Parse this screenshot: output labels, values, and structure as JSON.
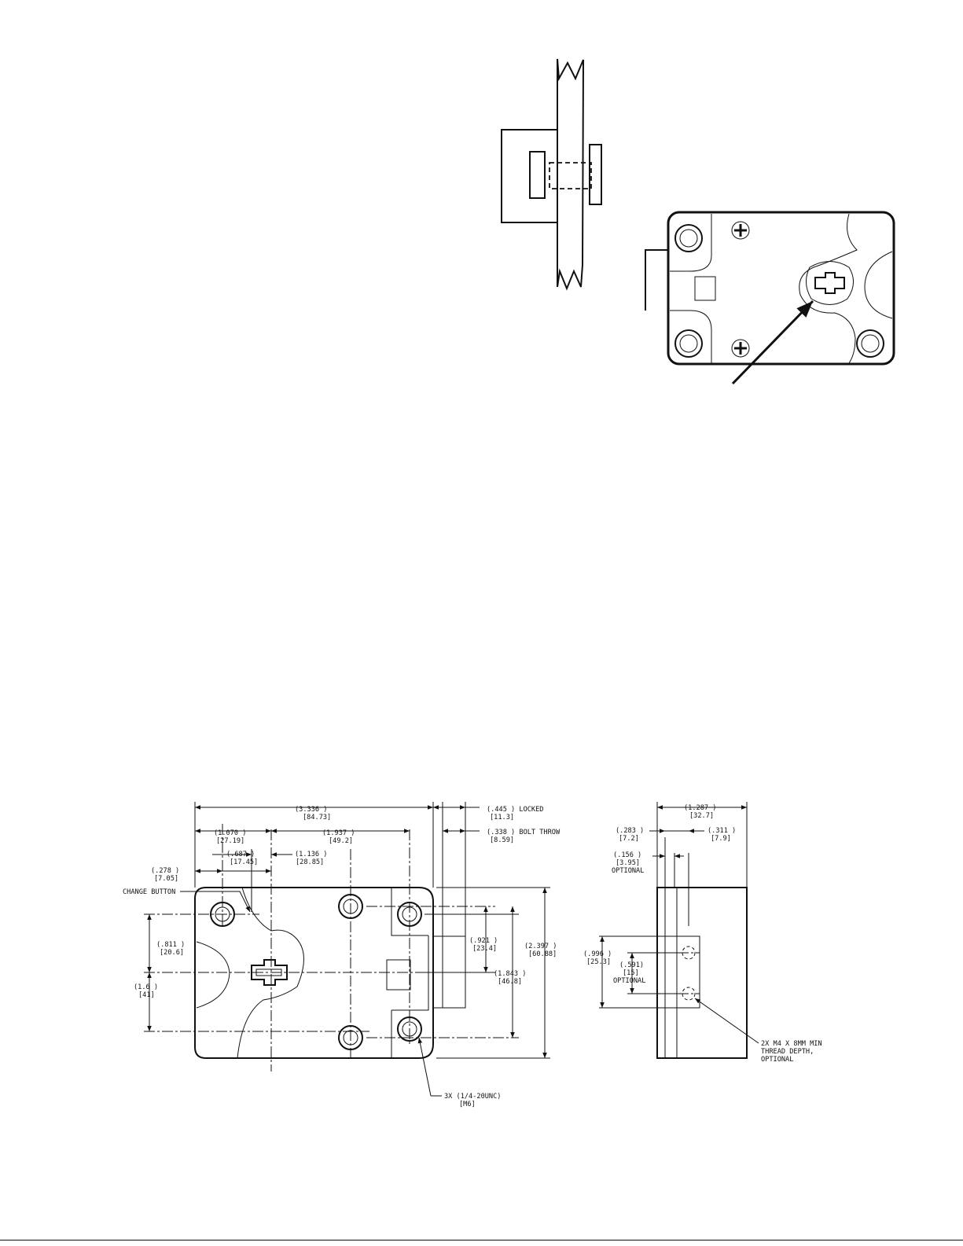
{
  "dims": {
    "overall_width": [
      "(3.336  )",
      "[84.73]"
    ],
    "locked": [
      "(.445  ) LOCKED",
      "[11.3]"
    ],
    "bolt_throw": [
      "(.338  ) BOLT THROW",
      "[8.59]"
    ],
    "d_1070": [
      "(1.070  )",
      "[27.19]"
    ],
    "d_1937": [
      "(1.937  )",
      "[49.2]"
    ],
    "d_687": [
      "(.687  )",
      "[17.45]"
    ],
    "d_1136": [
      "(1.136  )",
      "[28.85]"
    ],
    "d_278": [
      "(.278  )",
      "[7.05]"
    ],
    "d_811": [
      "(.811  )",
      "[20.6]"
    ],
    "d_16": [
      "(1.6  )",
      "[41]"
    ],
    "d_921": [
      "(.921  )",
      "[23.4]"
    ],
    "d_1843": [
      "(1.843  )",
      "[46.8]"
    ],
    "d_2397": [
      "(2.397  )",
      "[60.88]"
    ],
    "d_1287": [
      "(1.287  )",
      "[32.7]"
    ],
    "d_283": [
      "(.283  )",
      "[7.2]"
    ],
    "d_311": [
      "(.311  )",
      "[7.9]"
    ],
    "d_156": [
      "(.156  )",
      "[3.95]",
      "OPTIONAL"
    ],
    "d_996": [
      "(.996  )",
      "[25.3]"
    ],
    "d_591": [
      "(.591)",
      "[15]",
      "OPTIONAL"
    ]
  },
  "callouts": {
    "change_button": "CHANGE BUTTON",
    "mount_holes": [
      "3X (1/4-20UNC)",
      "[M6]"
    ],
    "side_holes": [
      "2X M4 X 8MM MIN",
      "THREAD DEPTH,",
      "OPTIONAL"
    ]
  }
}
